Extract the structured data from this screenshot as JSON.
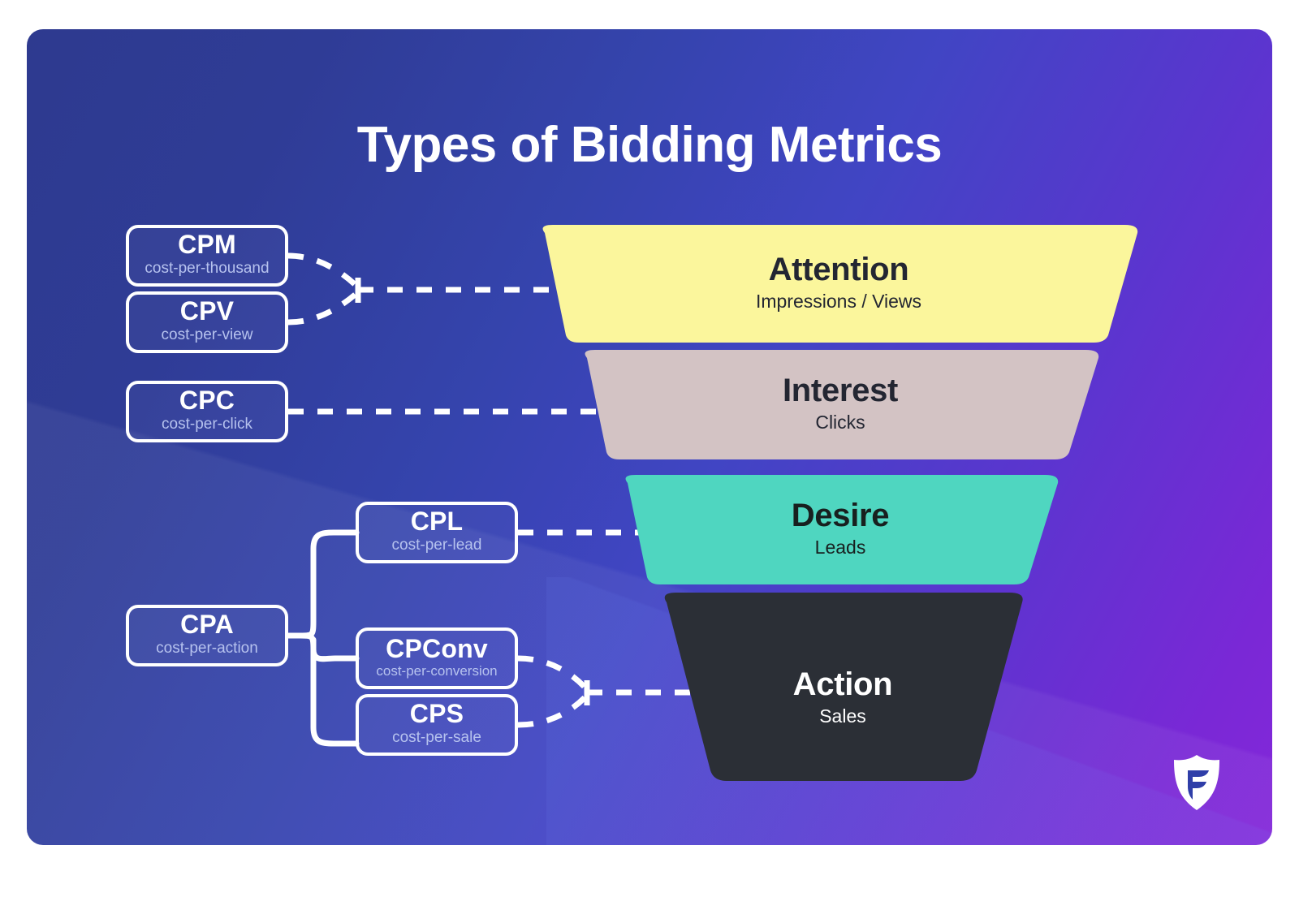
{
  "title": "Types of Bidding Metrics",
  "background": {
    "gradient_from": "#2e3a8f",
    "gradient_to": "#8327d9",
    "frame_color": "#ffffff"
  },
  "metrics": [
    {
      "abbr": "CPM",
      "full": "cost-per-thousand"
    },
    {
      "abbr": "CPV",
      "full": "cost-per-view"
    },
    {
      "abbr": "CPC",
      "full": "cost-per-click"
    },
    {
      "abbr": "CPA",
      "full": "cost-per-action"
    },
    {
      "abbr": "CPL",
      "full": "cost-per-lead"
    },
    {
      "abbr": "CPConv",
      "full": "cost-per-conversion"
    },
    {
      "abbr": "CPS",
      "full": "cost-per-sale"
    }
  ],
  "funnel": {
    "stages": [
      {
        "name": "Attention",
        "metric": "Impressions / Views",
        "color": "#fbf69c",
        "text_color": "#232632"
      },
      {
        "name": "Interest",
        "metric": "Clicks",
        "color": "#d3c3c4",
        "text_color": "#232632"
      },
      {
        "name": "Desire",
        "metric": "Leads",
        "color": "#4fd6c0",
        "text_color": "#18201f"
      },
      {
        "name": "Action",
        "metric": "Sales",
        "color": "#2b2f36",
        "text_color": "#ffffff"
      }
    ]
  },
  "logo": {
    "name": "shield-f-logo",
    "color": "#ffffff"
  },
  "connector_style": {
    "dash_color": "#ffffff",
    "branch_color": "#ffffff"
  }
}
